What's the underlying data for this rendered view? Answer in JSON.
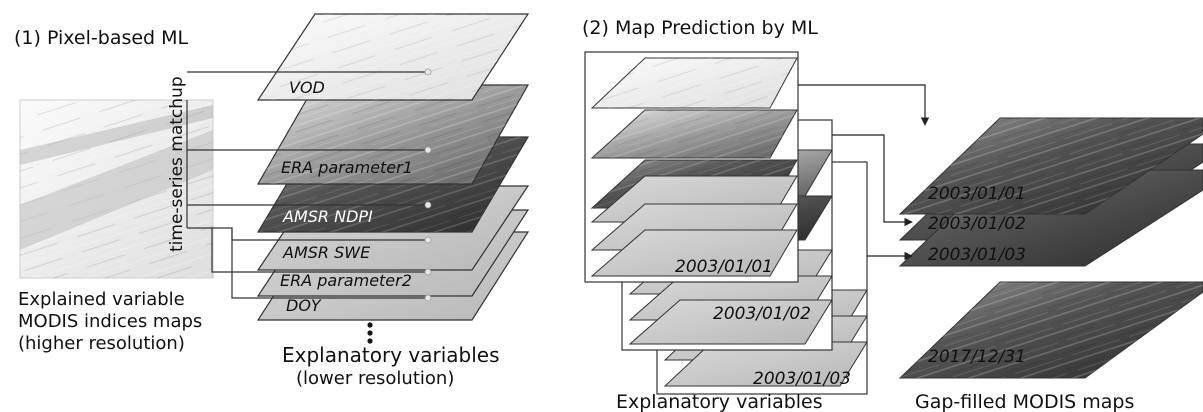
{
  "panel1": {
    "title": "(1) Pixel-based ML",
    "matchup_label": "time-series matchup",
    "explained_variable": {
      "line1": "Explained variable",
      "line2": "MODIS indices maps",
      "line3": "(higher resolution)"
    },
    "layers": [
      "VOD",
      "ERA parameter1",
      "AMSR NDPI",
      "AMSR SWE",
      "ERA parameter2",
      "DOY"
    ],
    "explanatory": {
      "line1": "Explanatory variables",
      "line2": "(lower resolution)"
    }
  },
  "panel2": {
    "title": "(2) Map Prediction by ML",
    "stack_dates": [
      "2003/01/01",
      "2003/01/02",
      "2003/01/03"
    ],
    "explanatory_label": "Explanatory variables",
    "output_dates": [
      "2003/01/01",
      "2003/01/02",
      "2003/01/03"
    ],
    "last_date": "2017/12/31",
    "output_label": "Gap-filled MODIS maps"
  }
}
